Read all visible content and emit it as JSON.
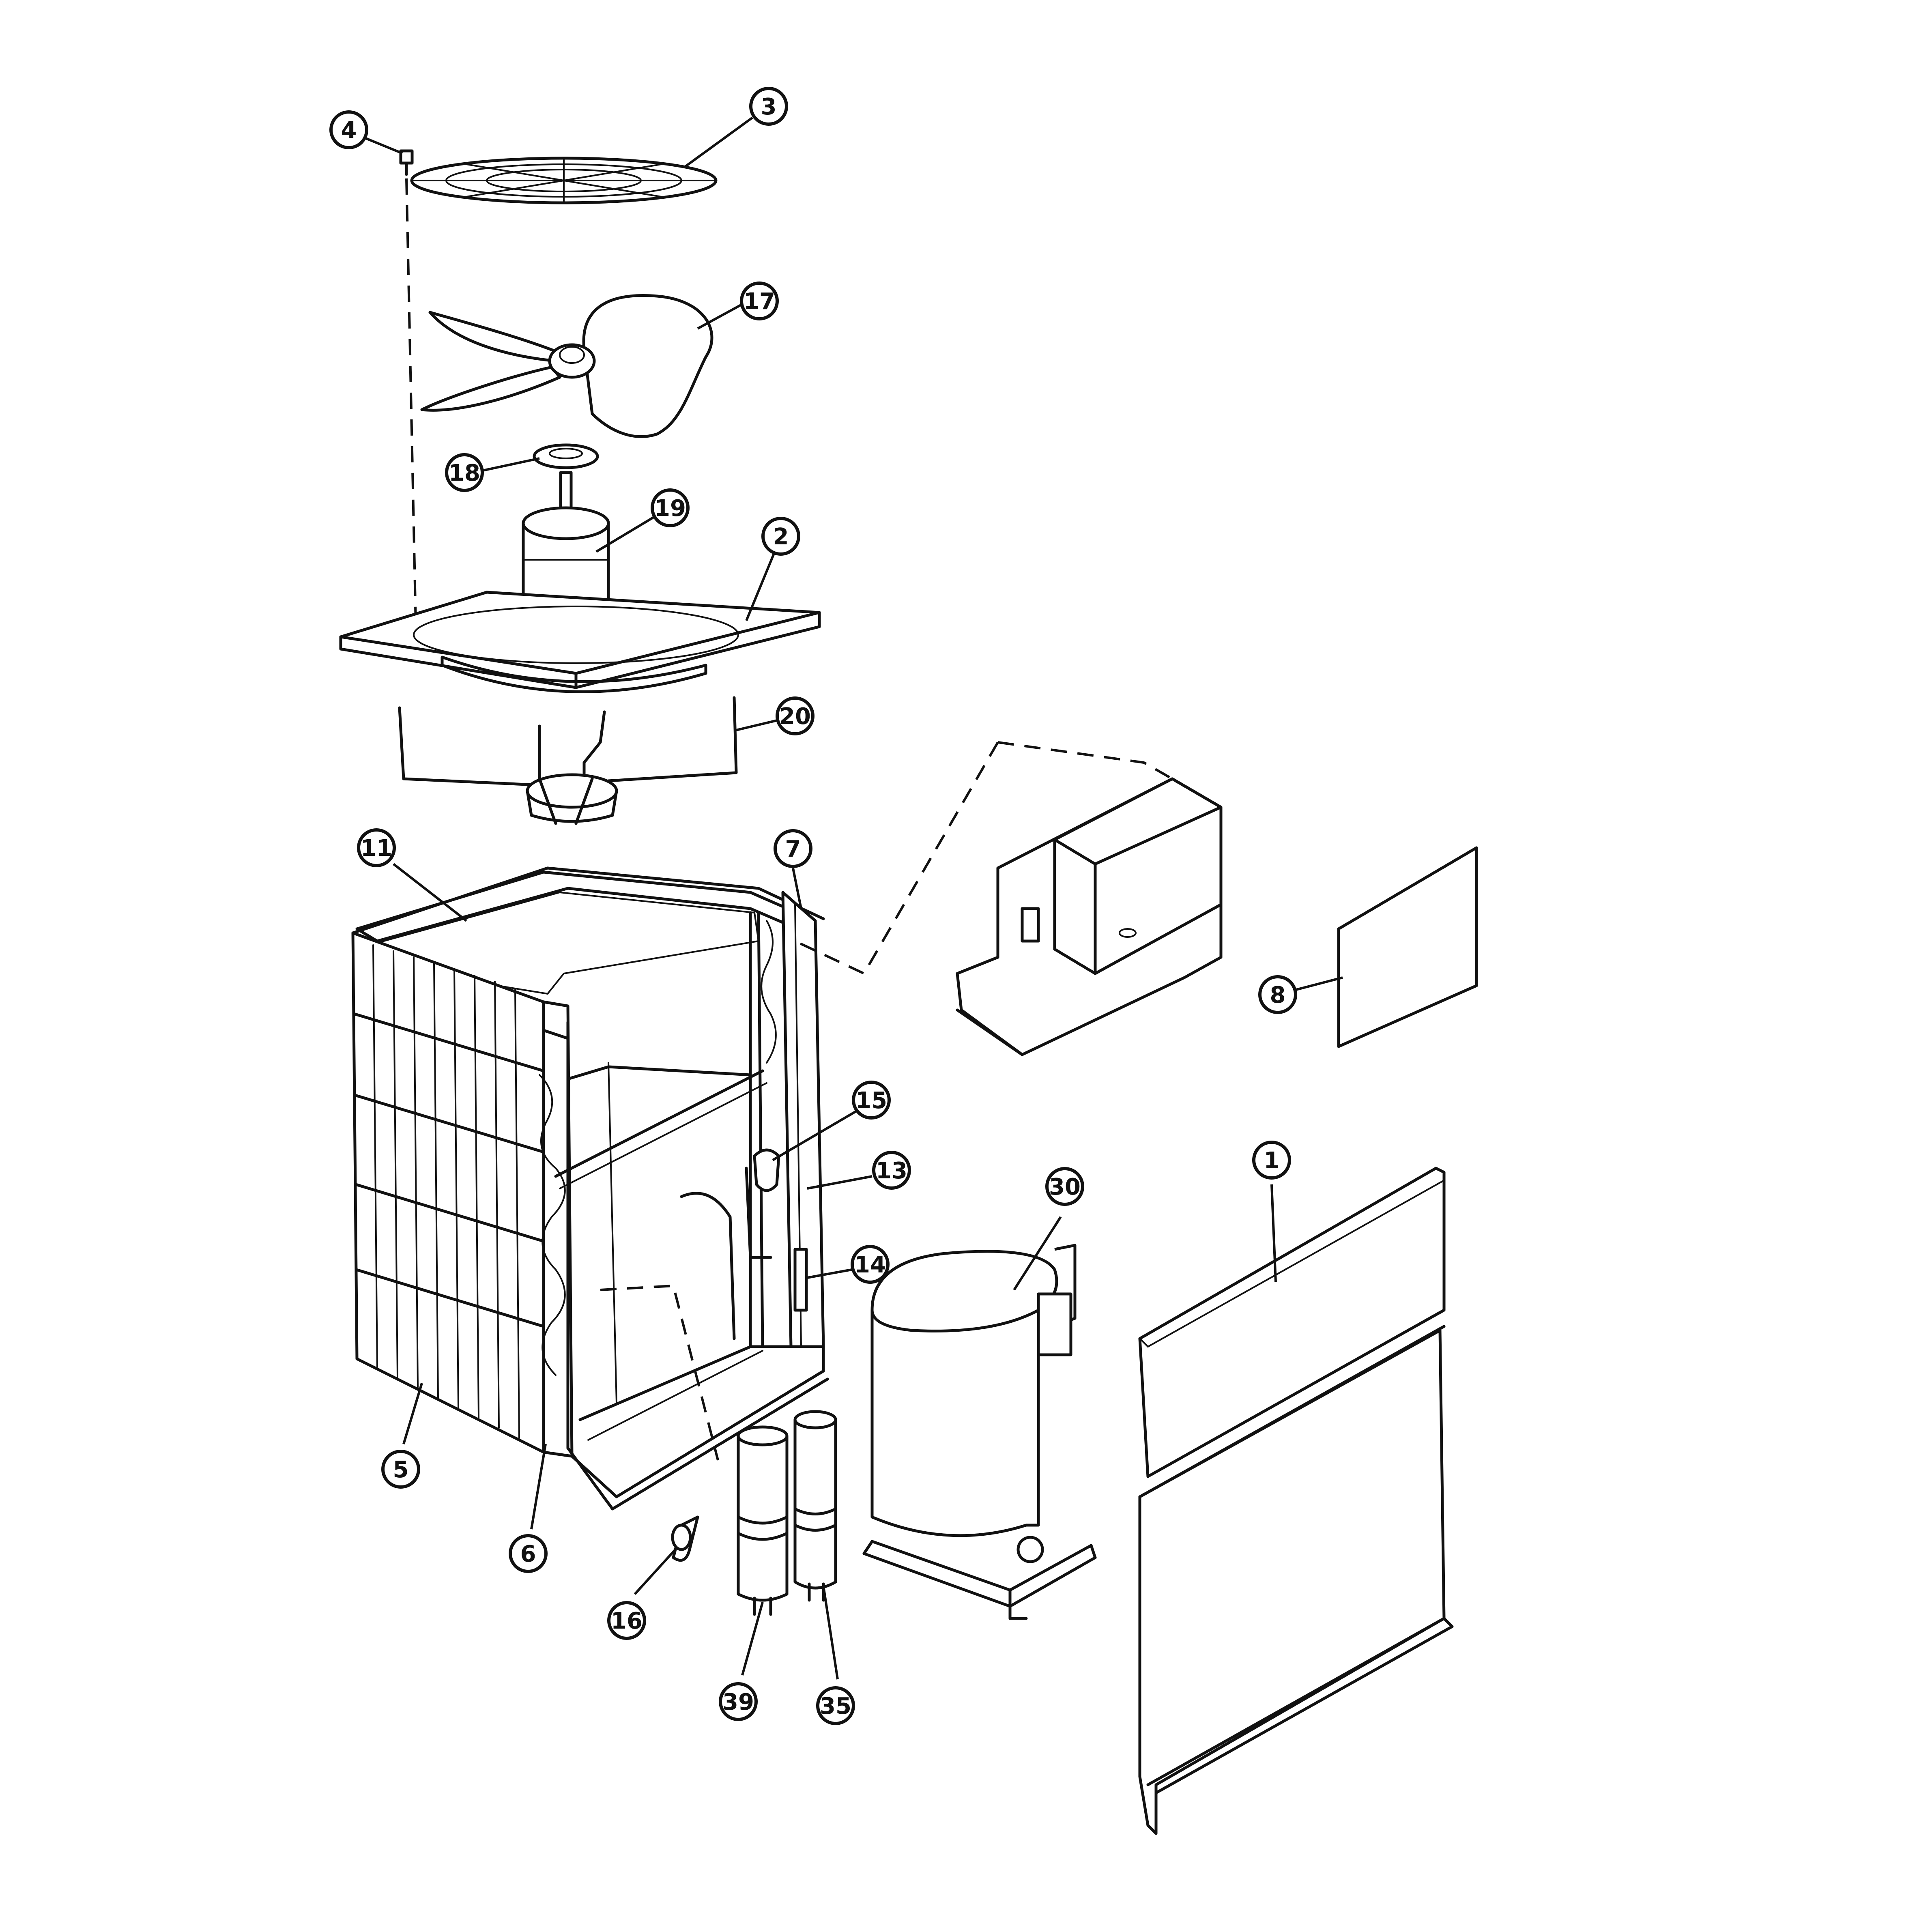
{
  "callouts": [
    {
      "id": "c4",
      "label": "4"
    },
    {
      "id": "c3",
      "label": "3"
    },
    {
      "id": "c17",
      "label": "17"
    },
    {
      "id": "c18",
      "label": "18"
    },
    {
      "id": "c19",
      "label": "19"
    },
    {
      "id": "c2",
      "label": "2"
    },
    {
      "id": "c20",
      "label": "20"
    },
    {
      "id": "c11",
      "label": "11"
    },
    {
      "id": "c7",
      "label": "7"
    },
    {
      "id": "c8",
      "label": "8"
    },
    {
      "id": "c15",
      "label": "15"
    },
    {
      "id": "c13",
      "label": "13"
    },
    {
      "id": "c14",
      "label": "14"
    },
    {
      "id": "c30",
      "label": "30"
    },
    {
      "id": "c1",
      "label": "1"
    },
    {
      "id": "c5",
      "label": "5"
    },
    {
      "id": "c6",
      "label": "6"
    },
    {
      "id": "c16",
      "label": "16"
    },
    {
      "id": "c39",
      "label": "39"
    },
    {
      "id": "c35",
      "label": "35"
    }
  ]
}
